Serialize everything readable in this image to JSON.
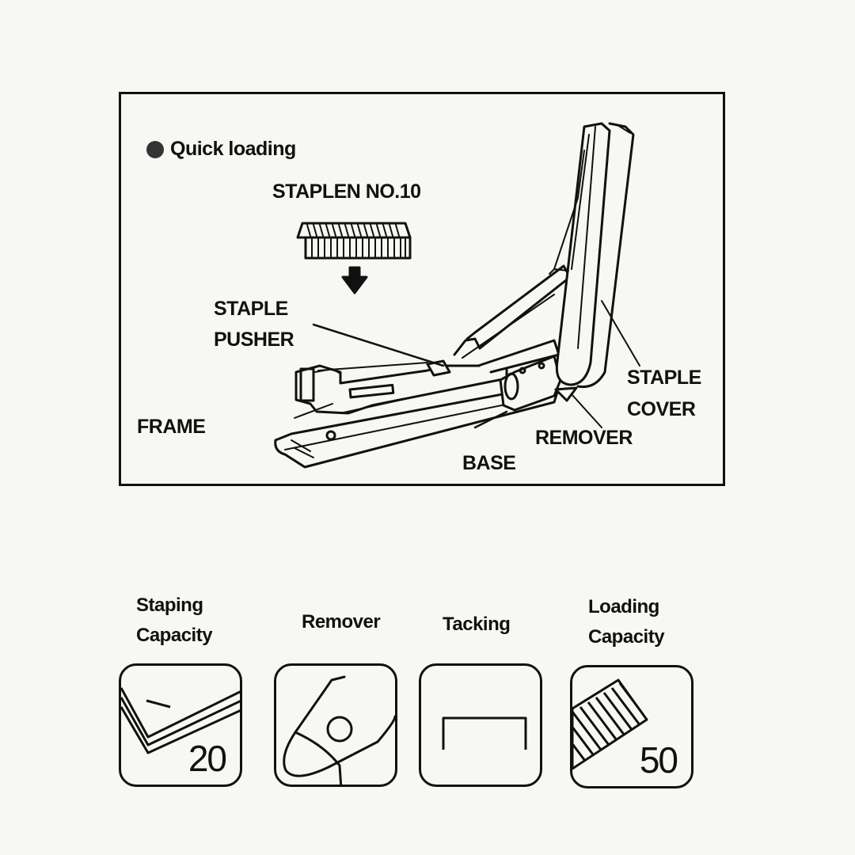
{
  "diagram": {
    "quick_loading": "Quick loading",
    "staple_type": "STAPLEN NO.10",
    "labels": {
      "staple_pusher_1": "STAPLE",
      "staple_pusher_2": "PUSHER",
      "frame": "FRAME",
      "staple_cover_1": "STAPLE",
      "staple_cover_2": "COVER",
      "remover": "REMOVER",
      "base": "BASE"
    }
  },
  "features": [
    {
      "title_1": "Staping",
      "title_2": "Capacity",
      "value": "20",
      "icon": "stacked-paper-icon"
    },
    {
      "title_1": "Remover",
      "title_2": "",
      "value": "",
      "icon": "remover-icon"
    },
    {
      "title_1": "Tacking",
      "title_2": "",
      "value": "",
      "icon": "tacking-staple-icon"
    },
    {
      "title_1": "Loading",
      "title_2": "Capacity",
      "value": "50",
      "icon": "staple-strip-icon"
    }
  ]
}
